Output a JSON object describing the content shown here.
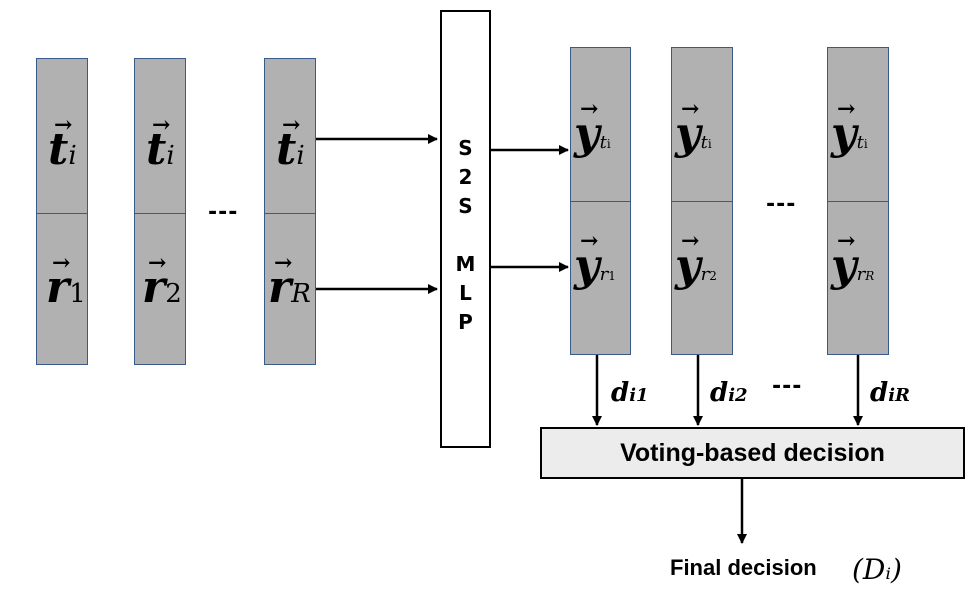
{
  "input_columns": [
    {
      "top_symbol": "t",
      "top_sub": "i",
      "bottom_symbol": "r",
      "bottom_sub": "1"
    },
    {
      "top_symbol": "t",
      "top_sub": "i",
      "bottom_symbol": "r",
      "bottom_sub": "2"
    },
    {
      "top_symbol": "t",
      "top_sub": "i",
      "bottom_symbol": "r",
      "bottom_sub": "R"
    }
  ],
  "ellipsis": "---",
  "model": {
    "label_lines": [
      "S",
      "2",
      "S",
      "",
      "M",
      "L",
      "P"
    ]
  },
  "output_columns": [
    {
      "symbol": "y",
      "top_sub": "t",
      "top_subsub": "i",
      "bottom_sub": "r",
      "bottom_subsub": "1"
    },
    {
      "symbol": "y",
      "top_sub": "t",
      "top_subsub": "i",
      "bottom_sub": "r",
      "bottom_subsub": "2"
    },
    {
      "symbol": "y",
      "top_sub": "t",
      "top_subsub": "i",
      "bottom_sub": "r",
      "bottom_subsub": "R"
    }
  ],
  "distances": [
    {
      "base": "d",
      "sub": "i1"
    },
    {
      "base": "d",
      "sub": "i2"
    },
    {
      "base": "d",
      "sub": "iR"
    }
  ],
  "voting_label": "Voting-based decision",
  "final": {
    "label": "Final decision",
    "math": "(Dᵢ)"
  }
}
